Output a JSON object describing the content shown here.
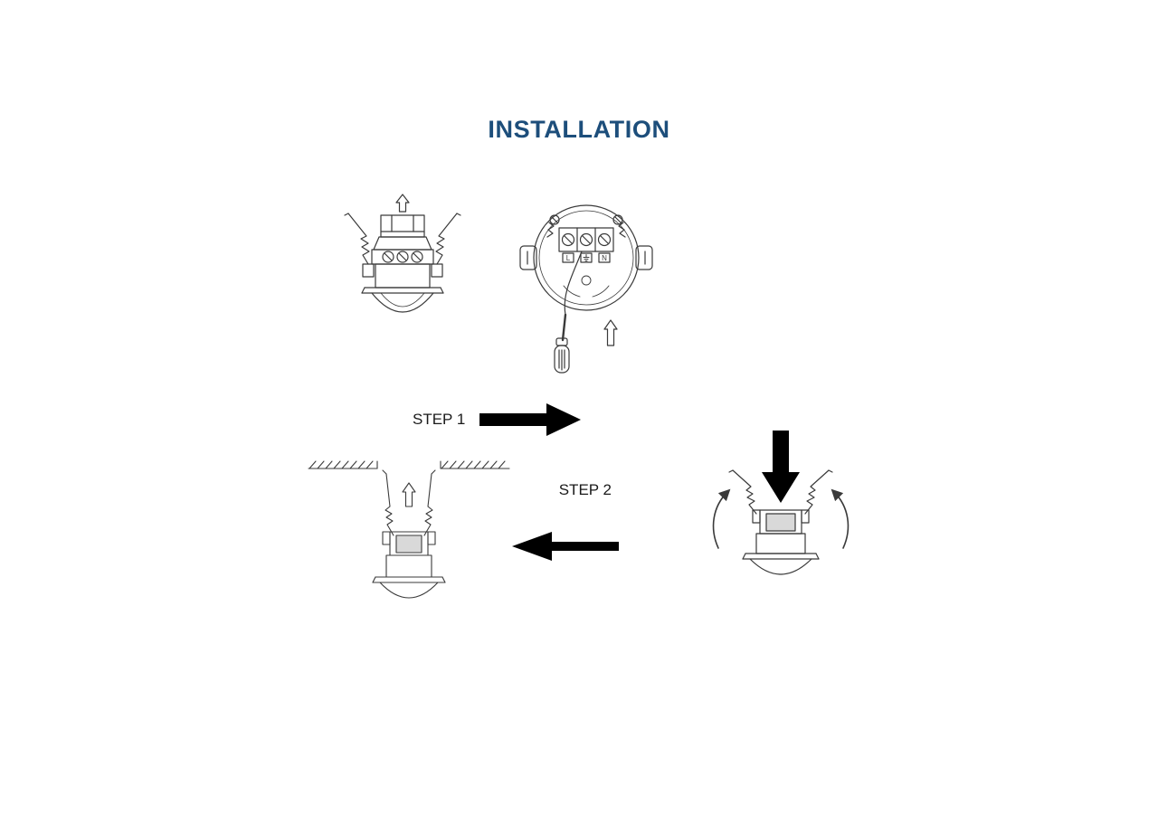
{
  "page": {
    "title": "INSTALLATION",
    "title_color": "#1d4e7b",
    "background_color": "#ffffff",
    "line_color": "#3a3a3a",
    "arrow_color": "#000000"
  },
  "steps": {
    "step1_label": "STEP 1",
    "step2_label": "STEP 2"
  },
  "terminals": {
    "live": "L",
    "neutral": "N"
  },
  "icons": {
    "up_arrow": "hollow-up-arrow",
    "down_arrow": "solid-down-arrow",
    "right_arrow": "solid-right-arrow",
    "left_arrow": "solid-left-arrow",
    "rotate_arrows": "curved-snap-arrows",
    "earth": "earth-ground-symbol"
  }
}
